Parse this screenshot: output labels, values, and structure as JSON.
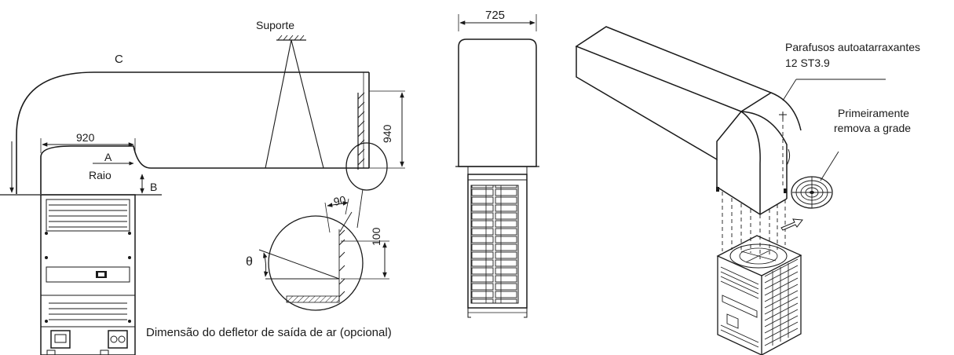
{
  "labels": {
    "suporte": "Suporte",
    "c": "C",
    "a": "A",
    "raio": "Raio",
    "b": "B",
    "theta": "θ",
    "caption": "Dimensão do defletor de saída de ar (opcional)",
    "screws_line1": "Parafusos autoatarraxantes",
    "screws_line2": "12 ST3.9",
    "grille_line1": "Primeiramente",
    "grille_line2": "remova a grade"
  },
  "dimensions": {
    "d920": "920",
    "d940": "940",
    "d90": "90",
    "d100": "100",
    "d725": "725"
  }
}
